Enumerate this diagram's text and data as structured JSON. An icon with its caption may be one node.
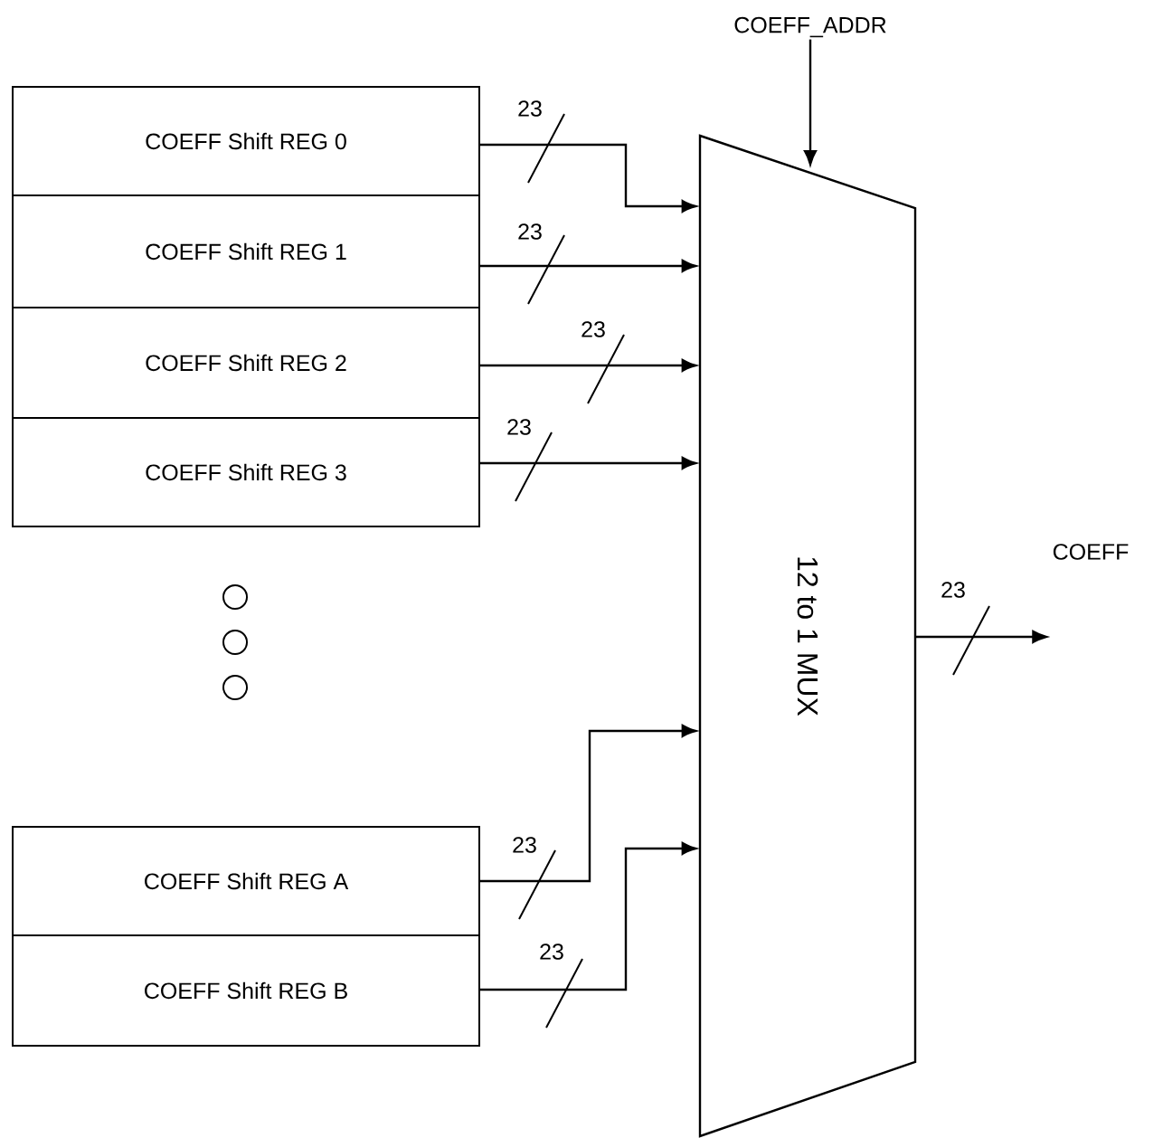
{
  "diagram": {
    "nodes": [
      {
        "text": [
          "COEFF Shift REG 0"
        ]
      },
      {
        "text": [
          "COEFF Shift REG 1"
        ]
      },
      {
        "text": [
          "COEFF Shift REG 2"
        ]
      },
      {
        "text": [
          "COEFF Shift REG 3"
        ]
      },
      {
        "text": [
          "COEFF Shift REG A"
        ]
      },
      {
        "text": [
          "COEFF Shift REG B"
        ]
      },
      {
        "text": [
          "12 to 1 MUX"
        ]
      },
      {
        "text": [
          "COEFF_ADDR"
        ]
      },
      {
        "text": [
          "COEFF"
        ]
      }
    ],
    "edges": [
      {
        "from": 0,
        "to": 6,
        "arrow": "to",
        "label": "23"
      },
      {
        "from": 1,
        "to": 6,
        "arrow": "to",
        "label": "23"
      },
      {
        "from": 2,
        "to": 6,
        "arrow": "to",
        "label": "23"
      },
      {
        "from": 3,
        "to": 6,
        "arrow": "to",
        "label": "23"
      },
      {
        "from": 4,
        "to": 6,
        "arrow": "to",
        "label": "23"
      },
      {
        "from": 5,
        "to": 6,
        "arrow": "to",
        "label": "23"
      },
      {
        "from": 7,
        "to": 6,
        "arrow": "to"
      },
      {
        "from": 6,
        "to": 8,
        "arrow": "to",
        "label": "23"
      }
    ]
  }
}
